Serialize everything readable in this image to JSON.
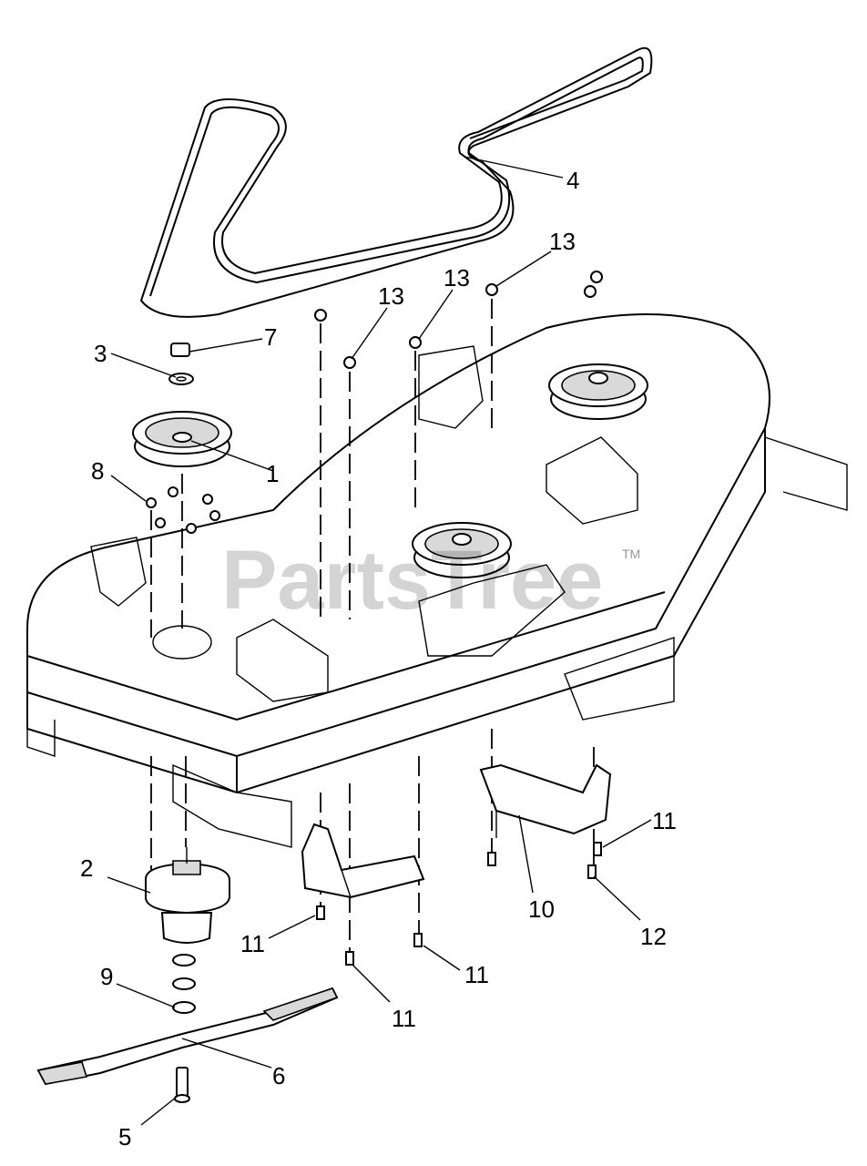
{
  "watermark": {
    "text": "PartsTree",
    "trademark": "TM"
  },
  "callouts": [
    {
      "id": "c1",
      "label": "1"
    },
    {
      "id": "c2",
      "label": "2"
    },
    {
      "id": "c3",
      "label": "3"
    },
    {
      "id": "c4",
      "label": "4"
    },
    {
      "id": "c5",
      "label": "5"
    },
    {
      "id": "c6",
      "label": "6"
    },
    {
      "id": "c7",
      "label": "7"
    },
    {
      "id": "c8",
      "label": "8"
    },
    {
      "id": "c9",
      "label": "9"
    },
    {
      "id": "c10",
      "label": "10"
    },
    {
      "id": "c11a",
      "label": "11"
    },
    {
      "id": "c11b",
      "label": "11"
    },
    {
      "id": "c11c",
      "label": "11"
    },
    {
      "id": "c11d",
      "label": "11"
    },
    {
      "id": "c12",
      "label": "12"
    },
    {
      "id": "c13a",
      "label": "13"
    },
    {
      "id": "c13b",
      "label": "13"
    },
    {
      "id": "c13c",
      "label": "13"
    }
  ]
}
